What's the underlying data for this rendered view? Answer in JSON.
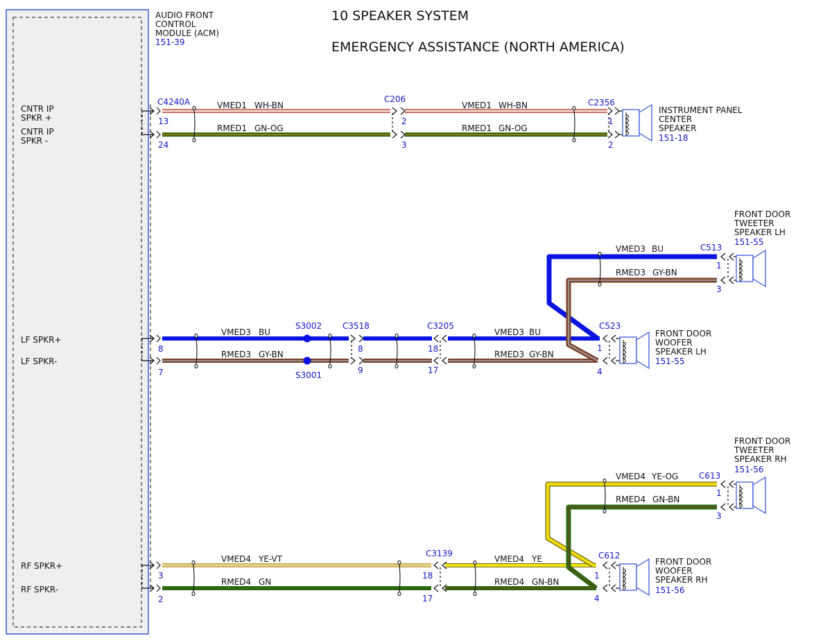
{
  "title": "10 SPEAKER SYSTEM",
  "subtitle": "EMERGENCY ASSISTANCE (NORTH AMERICA)",
  "module": {
    "name_lines": [
      "AUDIO FRONT",
      "CONTROL",
      "MODULE (ACM)"
    ],
    "ref": "151-39",
    "pin_labels": [
      "CNTR IP",
      "SPKR +",
      "CNTR IP",
      "SPKR -",
      "LF SPKR+",
      "LF SPKR-",
      "RF SPKR+",
      "RF SPKR-"
    ]
  },
  "connectors": [
    "C4240A",
    "C206",
    "C2356",
    "C513",
    "C523",
    "C3518",
    "C3205",
    "C613",
    "C612",
    "C3139"
  ],
  "splices": [
    "S3002",
    "S3001"
  ],
  "pins": [
    "13",
    "24",
    "2",
    "3",
    "1",
    "2",
    "1",
    "3",
    "8",
    "7",
    "8",
    "9",
    "18",
    "17",
    "1",
    "4",
    "1",
    "3",
    "3",
    "2",
    "18",
    "17",
    "1",
    "4"
  ],
  "wires": [
    {
      "circuit": "VMED1",
      "color": "WH-BN"
    },
    {
      "circuit": "RMED1",
      "color": "GN-OG"
    },
    {
      "circuit": "VMED1",
      "color": "WH-BN"
    },
    {
      "circuit": "RMED1",
      "color": "GN-OG"
    },
    {
      "circuit": "VMED3",
      "color": "BU"
    },
    {
      "circuit": "RMED3",
      "color": "GY-BN"
    },
    {
      "circuit": "VMED3",
      "color": "BU"
    },
    {
      "circuit": "RMED3",
      "color": "GY-BN"
    },
    {
      "circuit": "VMED3",
      "color": "BU"
    },
    {
      "circuit": "RMED3",
      "color": "GY-BN"
    },
    {
      "circuit": "VMED4",
      "color": "YE-OG"
    },
    {
      "circuit": "RMED4",
      "color": "GN-BN"
    },
    {
      "circuit": "VMED4",
      "color": "YE-VT"
    },
    {
      "circuit": "RMED4",
      "color": "GN"
    },
    {
      "circuit": "VMED4",
      "color": "YE"
    },
    {
      "circuit": "RMED4",
      "color": "GN-BN"
    }
  ],
  "speakers": [
    {
      "lines": [
        "INSTRUMENT PANEL",
        "CENTER",
        "SPEAKER"
      ],
      "ref": "151-18"
    },
    {
      "lines": [
        "FRONT DOOR",
        "TWEETER",
        "SPEAKER LH"
      ],
      "ref": "151-55"
    },
    {
      "lines": [
        "FRONT DOOR",
        "WOOFER",
        "SPEAKER LH"
      ],
      "ref": "151-55"
    },
    {
      "lines": [
        "FRONT DOOR",
        "TWEETER",
        "SPEAKER RH"
      ],
      "ref": "151-56"
    },
    {
      "lines": [
        "FRONT DOOR",
        "WOOFER",
        "SPEAKER RH"
      ],
      "ref": "151-56"
    }
  ],
  "colors": {
    "label_blue": "#1414c8",
    "frame_blue": "#3a5ad8",
    "module_fill": "#efefef",
    "BU": "#0a14e0",
    "WH": "#f4d8d0",
    "WH_stripe": "#b85a4a",
    "GN": "#2c6a12",
    "GN_light": "#3e8a1c",
    "OG": "#d87a1a",
    "GY": "#9a9090",
    "BN": "#7a3e22",
    "YE": "#f2e614",
    "YE_edge": "#6e6a10",
    "YE_OG": "#f0da10",
    "YE_VT": "#e6cf8a",
    "ink": "#111111"
  }
}
